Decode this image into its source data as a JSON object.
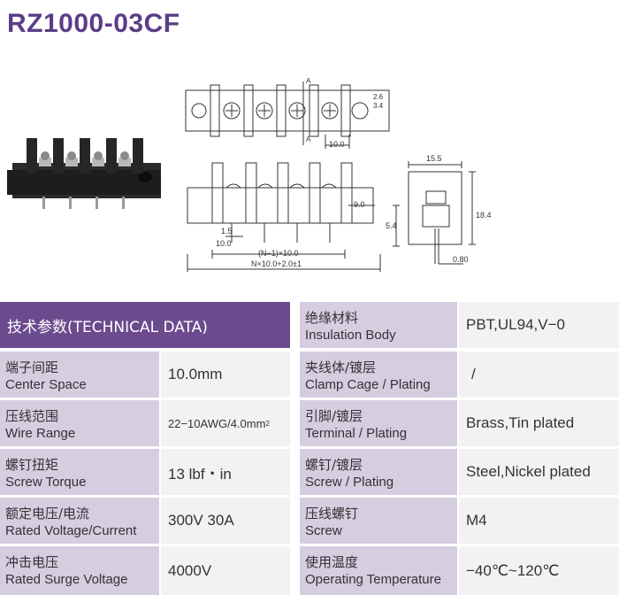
{
  "product": {
    "title": "RZ1000-03CF"
  },
  "drawing": {
    "dim_pitch": "10.0",
    "dim_height_right": "9.0",
    "dim_1_5": "1.5",
    "dim_10_bottom": "10.0",
    "dim_n1": "(N−1)×10.0",
    "dim_total": "N×10.0+2.0±1",
    "dim_width": "15.5",
    "dim_height": "18.4",
    "dim_pin": "5.4",
    "dim_pin_thick": "0.80",
    "dim_a1": "A",
    "dim_a2": "A",
    "dim_r1": "2.6",
    "dim_r2": "3.4"
  },
  "table": {
    "header": "技术参数(TECHNICAL DATA)",
    "left": [
      {
        "zh": "端子间距",
        "en": "Center Space",
        "value": "10.0mm"
      },
      {
        "zh": "压线范围",
        "en": "Wire Range",
        "value": "22−10AWG/4.0mm",
        "sup": "2"
      },
      {
        "zh": "螺钉扭矩",
        "en": "Screw Torque",
        "value": "13 lbf・in"
      },
      {
        "zh": "额定电压/电流",
        "en": "Rated Voltage/Current",
        "value": "300V 30A"
      },
      {
        "zh": "冲击电压",
        "en": "Rated Surge Voltage",
        "value": "4000V"
      }
    ],
    "right": [
      {
        "zh": "绝缘材料",
        "en": "Insulation Body",
        "value": "PBT,UL94,V−0"
      },
      {
        "zh": "夹线体/镀层",
        "en": "Clamp Cage / Plating",
        "value": "/"
      },
      {
        "zh": "引脚/镀层",
        "en": "Terminal / Plating",
        "value": "Brass,Tin plated"
      },
      {
        "zh": "螺钉/镀层",
        "en": "Screw / Plating",
        "value": "Steel,Nickel plated"
      },
      {
        "zh": "压线螺钉",
        "en": "Screw",
        "value": "M4"
      },
      {
        "zh": "使用温度",
        "en": "Operating Temperature",
        "value": "−40℃~120℃"
      }
    ]
  },
  "colors": {
    "title": "#5b3d86",
    "header_bg": "#6c4a8e",
    "label_bg": "#d6cde1",
    "value_bg": "#f2f2f2"
  }
}
